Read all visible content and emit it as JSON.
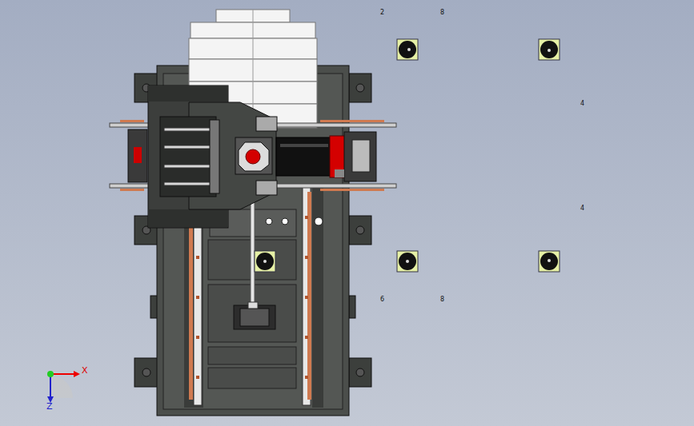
{
  "diagram": {
    "labels": [
      "2",
      "8",
      "4",
      "4",
      "6",
      "8",
      "X",
      "Z"
    ]
  }
}
